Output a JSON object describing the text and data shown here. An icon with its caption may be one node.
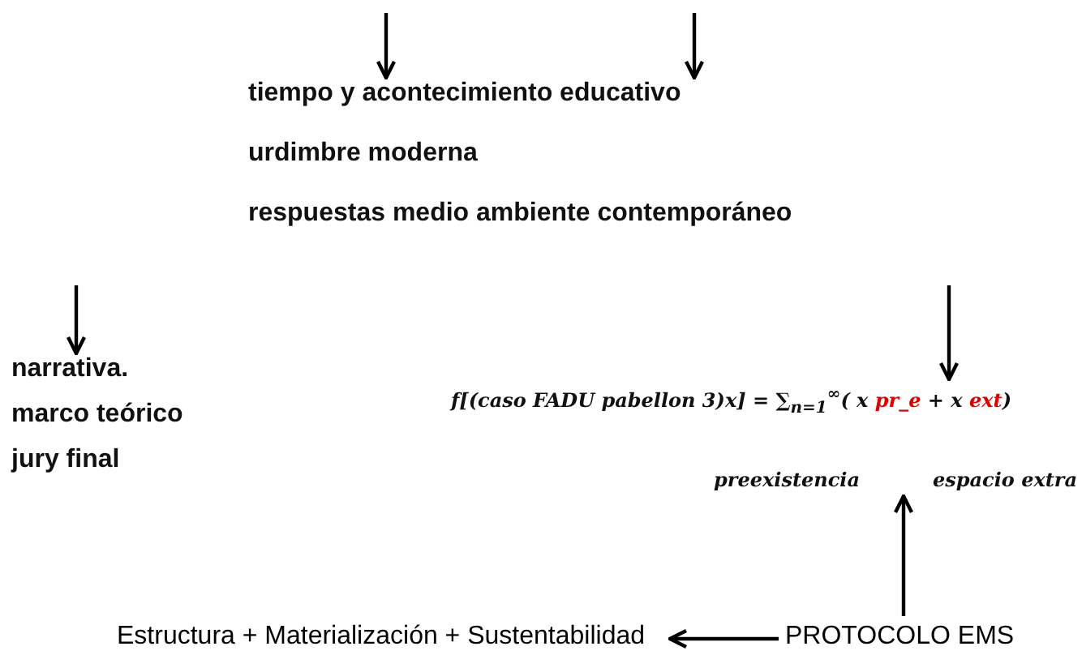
{
  "diagram": {
    "nodes": [
      {
        "text": [
          "tiempo y acontecimiento educativo",
          "urdimbre moderna",
          "respuestas medio ambiente contemporáneo"
        ]
      },
      {
        "text": [
          "narrativa.",
          "marco teórico",
          "jury final"
        ]
      },
      {
        "text": [
          "f[(caso FADU pabellon 3)x] = ∑$_{n=1}$$^{∞}$( x ",
          "pr_e",
          " +  x ",
          "ext",
          ")"
        ],
        "beside": [
          "preexistencia",
          "espacio extra"
        ]
      },
      {
        "text": [
          "Estructura + Materialización + Sustentabilidad"
        ]
      },
      {
        "text": [
          "PROTOCOLO EMS"
        ]
      }
    ],
    "edges": [
      {
        "from": null,
        "to": 0,
        "arrow": "to"
      },
      {
        "from": null,
        "to": 0,
        "arrow": "to"
      },
      {
        "from": null,
        "to": 1,
        "arrow": "to"
      },
      {
        "from": null,
        "to": 2,
        "arrow": "to"
      },
      {
        "from": 4,
        "to": 2,
        "arrow": "to"
      },
      {
        "from": 4,
        "to": 3,
        "arrow": "to"
      }
    ]
  }
}
